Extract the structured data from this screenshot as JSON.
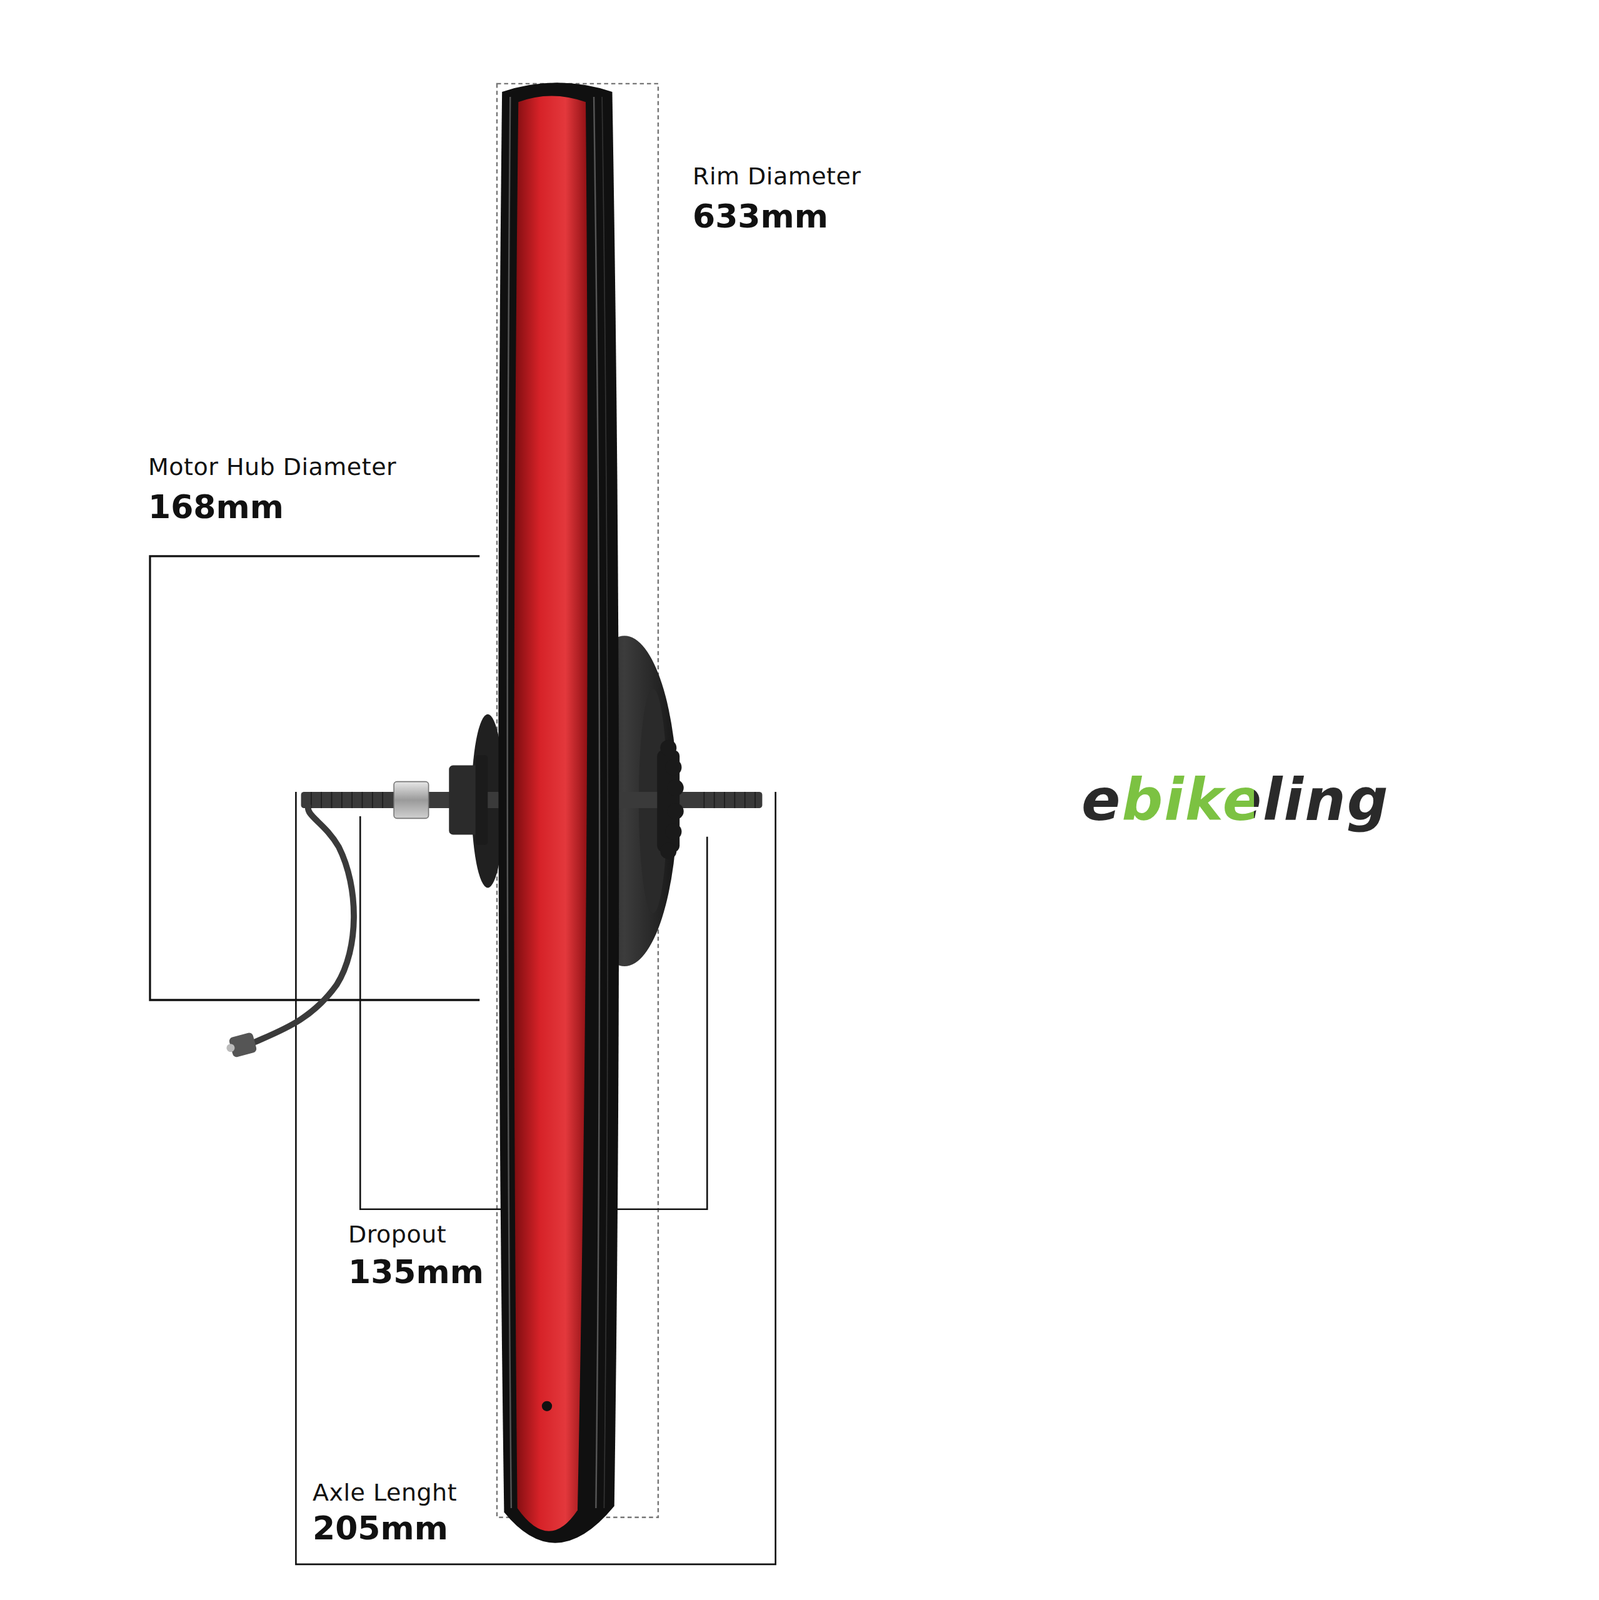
{
  "diagram": {
    "labels": [
      "Rim Diameter",
      "633mm",
      "Motor Hub Diameter",
      "168mm",
      "Dropout",
      "135mm",
      "Axle Lenght",
      "205mm",
      "ebikeling"
    ]
  }
}
